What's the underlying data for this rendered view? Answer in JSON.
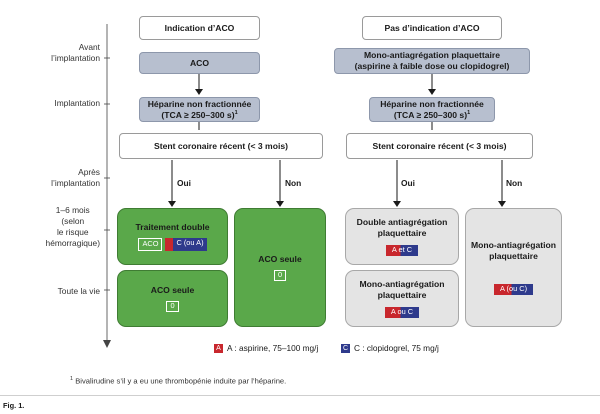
{
  "timeline": {
    "avant": "Avant\nl’implantation",
    "implantation": "Implantation",
    "apres": "Après\nl’implantation",
    "mois": "1–6 mois\n(selon\nle risque\nhémorragique)",
    "vie": "Toute la vie"
  },
  "left": {
    "header": "Indication d’ACO",
    "aco": "ACO",
    "heparine_line1": "Héparine non fractionnée",
    "heparine_line2": "(TCA ≥ 250–300 s)",
    "heparine_sup": "1",
    "stent": "Stent coronaire récent (< 3 mois)",
    "oui": "Oui",
    "non": "Non",
    "traitement_double": "Traitement double",
    "tag_aco": "ACO",
    "tag_c_ou_a": "C (ou A)",
    "aco_seule_left": "ACO seule",
    "aco_seule_right": "ACO seule",
    "zero": "0"
  },
  "right": {
    "header": "Pas d’indication d’ACO",
    "mono_line1": "Mono-antiagrégation plaquettaire",
    "mono_line2": "(aspirine à faible dose ou clopidogrel)",
    "heparine_line1": "Héparine non fractionnée",
    "heparine_line2": "(TCA ≥ 250–300 s)",
    "heparine_sup": "1",
    "stent": "Stent coronaire récent (< 3 mois)",
    "oui": "Oui",
    "non": "Non",
    "double_line1": "Double antiagrégation",
    "double_line2": "plaquettaire",
    "tag_a_et_c": "A et C",
    "mono_vie_line1": "Mono-antiagrégation",
    "mono_vie_line2": "plaquettaire",
    "tag_a_ou_c_1": "A ou C",
    "mono_non_line1": "Mono-antiagrégation",
    "mono_non_line2": "plaquettaire",
    "tag_a_ou_c_2": "A (ou C)"
  },
  "legend": {
    "a_key": "A",
    "a_text": "A : aspirine, 75–100 mg/j",
    "c_key": "C",
    "c_text": "C : clopidogrel, 75 mg/j"
  },
  "footnote": {
    "sup": "1",
    "text": "Bivalirudine s’il y a eu une thrombopénie induite par l’héparine."
  },
  "figure_label": "Fig. 1.",
  "colors": {
    "blue_box": "#b7bfcf",
    "green_box": "#5aa84a",
    "gray_box": "#e4e4e4",
    "red_tag": "#c8272d",
    "navy_tag": "#2e3a8c"
  }
}
